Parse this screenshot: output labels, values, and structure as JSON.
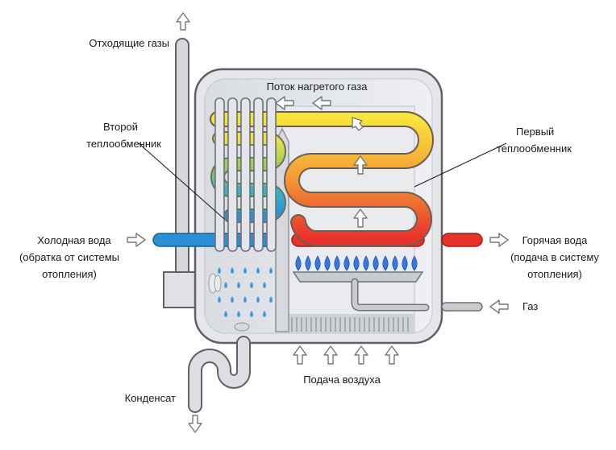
{
  "labels": {
    "exhaust": "Отходящие газы",
    "heated_gas_flow": "Поток нагретого газа",
    "second_hx_line1": "Второй",
    "second_hx_line2": "теплообменник",
    "first_hx_line1": "Первый",
    "first_hx_line2": "теплообменник",
    "cold_line1": "Холодная вода",
    "cold_line2": "(обратка от системы",
    "cold_line3": "отопления)",
    "hot_line1": "Горячая вода",
    "hot_line2": "(подача в систему",
    "hot_line3": "отопления)",
    "gas": "Газ",
    "air_supply": "Подача воздуха",
    "condensate": "Конденсат"
  },
  "colors": {
    "cold_pipe": "#2b8fd6",
    "hot_pipe": "#e8332c",
    "flame": "#3a78e0",
    "casing": "#5f6166",
    "casing_fill": "#e4e6ea",
    "pipe_grey": "#d4d6da",
    "arrow_stroke": "#777777"
  }
}
